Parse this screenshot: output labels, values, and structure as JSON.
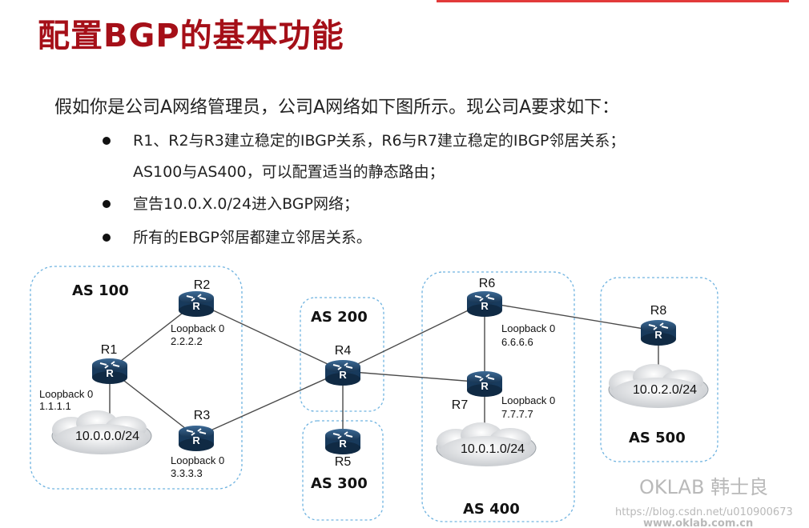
{
  "title": "配置BGP的基本功能",
  "intro": "假如你是公司A网络管理员，公司A网络如下图所示。现公司A要求如下：",
  "bullets": [
    "R1、R2与R3建立稳定的IBGP关系，R6与R7建立稳定的IBGP邻居关系；",
    "AS100与AS400，可以配置适当的静态路由；",
    "宣告10.0.X.0/24进入BGP网络；",
    "所有的EBGP邻居都建立邻居关系。"
  ],
  "diagram": {
    "as_labels": [
      "AS 100",
      "AS 200",
      "AS 300",
      "AS 400",
      "AS 500"
    ],
    "routers": [
      "R1",
      "R2",
      "R3",
      "R4",
      "R5",
      "R6",
      "R7",
      "R8"
    ],
    "loopbacks": {
      "r1": {
        "label": "Loopback 0",
        "ip": "1.1.1.1"
      },
      "r2": {
        "label": "Loopback 0",
        "ip": "2.2.2.2"
      },
      "r3": {
        "label": "Loopback 0",
        "ip": "3.3.3.3"
      },
      "r6": {
        "label": "Loopback 0",
        "ip": "6.6.6.6"
      },
      "r7": {
        "label": "Loopback 0",
        "ip": "7.7.7.7"
      }
    },
    "networks": [
      "10.0.0.0/24",
      "10.0.1.0/24",
      "10.0.2.0/24"
    ],
    "router_color": "#1e3f63",
    "zone_border_color": "#6fb3e0"
  },
  "watermark": {
    "brand": "OKLAB 韩士良",
    "url": "www.oklab.com.cn",
    "blog": "https://blog.csdn.net/u010900673"
  }
}
